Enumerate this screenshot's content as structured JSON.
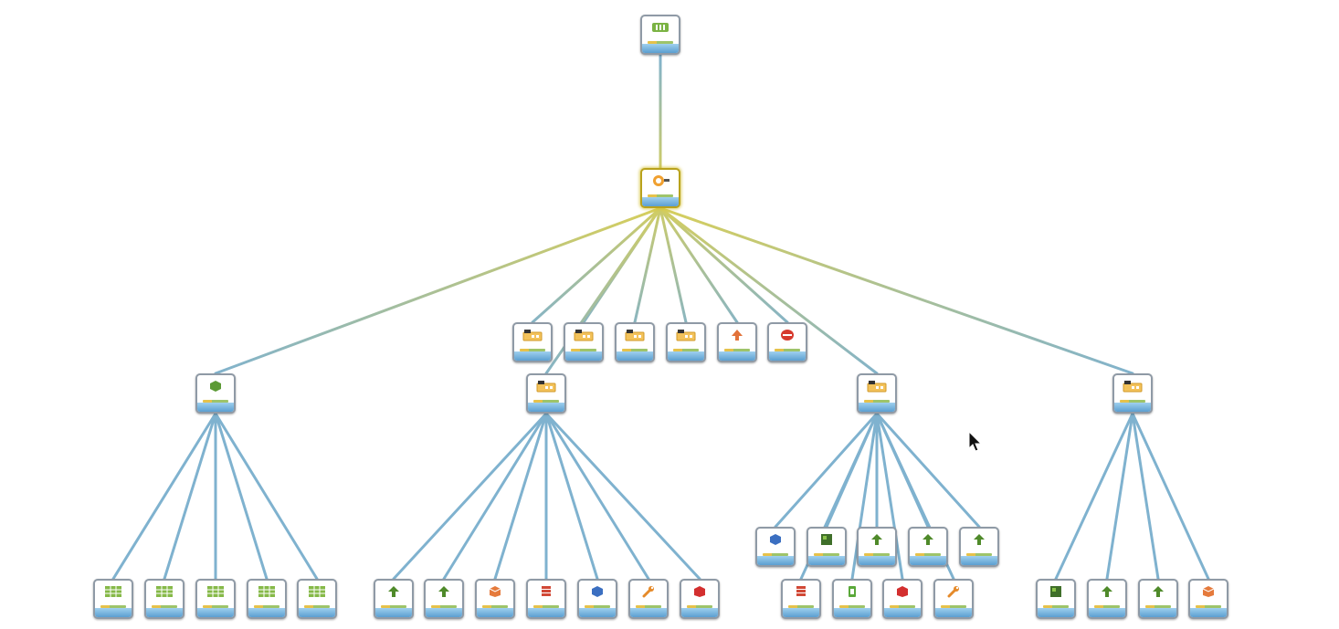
{
  "diagram": {
    "type": "hierarchy-tree",
    "colors": {
      "edge_primary": "#d8cf5a",
      "edge_secondary": "#7fb2cf",
      "node_border": "#8f9aa6",
      "node_highlight": "#b9a21c",
      "node_footer": "#5b9fd0"
    },
    "nodes": [
      {
        "id": "n0",
        "icon": "green-server-icon",
        "highlight": false
      },
      {
        "id": "n1",
        "icon": "orange-gauge-icon",
        "highlight": true
      },
      {
        "id": "n2",
        "icon": "ip-block-icon",
        "highlight": false
      },
      {
        "id": "n3",
        "icon": "ip-block-icon",
        "highlight": false
      },
      {
        "id": "n4",
        "icon": "ip-block-icon",
        "highlight": false
      },
      {
        "id": "n5",
        "icon": "ip-block-icon",
        "highlight": false
      },
      {
        "id": "n6",
        "icon": "orange-arrow-icon",
        "highlight": false
      },
      {
        "id": "n7",
        "icon": "red-router-icon",
        "highlight": false
      },
      {
        "id": "n8",
        "icon": "green-shield-icon",
        "highlight": false
      },
      {
        "id": "n9",
        "icon": "ip-block-icon",
        "highlight": false
      },
      {
        "id": "n10",
        "icon": "ip-block-icon",
        "highlight": false
      },
      {
        "id": "n11",
        "icon": "ip-block-icon",
        "highlight": false
      },
      {
        "id": "n12",
        "icon": "green-grid-icon",
        "highlight": false
      },
      {
        "id": "n13",
        "icon": "green-grid-icon",
        "highlight": false
      },
      {
        "id": "n14",
        "icon": "green-grid-icon",
        "highlight": false
      },
      {
        "id": "n15",
        "icon": "green-grid-icon",
        "highlight": false
      },
      {
        "id": "n16",
        "icon": "green-grid-icon",
        "highlight": false
      },
      {
        "id": "n17",
        "icon": "green-up-arrow-icon",
        "highlight": false
      },
      {
        "id": "n18",
        "icon": "green-up-arrow-icon",
        "highlight": false
      },
      {
        "id": "n19",
        "icon": "orange-cube-icon",
        "highlight": false
      },
      {
        "id": "n20",
        "icon": "red-stack-icon",
        "highlight": false
      },
      {
        "id": "n21",
        "icon": "blue-hexagon-icon",
        "highlight": false
      },
      {
        "id": "n22",
        "icon": "orange-wrench-icon",
        "highlight": false
      },
      {
        "id": "n23",
        "icon": "red-cube-icon",
        "highlight": false
      },
      {
        "id": "n24",
        "icon": "blue-hexagon-icon",
        "highlight": false
      },
      {
        "id": "n25",
        "icon": "green-square-icon",
        "highlight": false
      },
      {
        "id": "n26",
        "icon": "green-up-arrow-icon",
        "highlight": false
      },
      {
        "id": "n27",
        "icon": "green-up-arrow-icon",
        "highlight": false
      },
      {
        "id": "n28",
        "icon": "green-up-arrow-icon",
        "highlight": false
      },
      {
        "id": "n29",
        "icon": "red-stack-icon",
        "highlight": false
      },
      {
        "id": "n30",
        "icon": "green-bracket-icon",
        "highlight": false
      },
      {
        "id": "n31",
        "icon": "red-cube-icon",
        "highlight": false
      },
      {
        "id": "n32",
        "icon": "orange-wrench-icon",
        "highlight": false
      },
      {
        "id": "n33",
        "icon": "green-square-icon",
        "highlight": false
      },
      {
        "id": "n34",
        "icon": "green-up-arrow-icon",
        "highlight": false
      },
      {
        "id": "n35",
        "icon": "green-up-arrow-icon",
        "highlight": false
      },
      {
        "id": "n36",
        "icon": "orange-cube-icon",
        "highlight": false
      }
    ],
    "edges": [
      [
        "n0",
        "n1"
      ],
      [
        "n1",
        "n2"
      ],
      [
        "n1",
        "n3"
      ],
      [
        "n1",
        "n4"
      ],
      [
        "n1",
        "n5"
      ],
      [
        "n1",
        "n6"
      ],
      [
        "n1",
        "n7"
      ],
      [
        "n1",
        "n8"
      ],
      [
        "n1",
        "n9"
      ],
      [
        "n1",
        "n10"
      ],
      [
        "n1",
        "n11"
      ],
      [
        "n8",
        "n12"
      ],
      [
        "n8",
        "n13"
      ],
      [
        "n8",
        "n14"
      ],
      [
        "n8",
        "n15"
      ],
      [
        "n8",
        "n16"
      ],
      [
        "n9",
        "n17"
      ],
      [
        "n9",
        "n18"
      ],
      [
        "n9",
        "n19"
      ],
      [
        "n9",
        "n20"
      ],
      [
        "n9",
        "n21"
      ],
      [
        "n9",
        "n22"
      ],
      [
        "n9",
        "n23"
      ],
      [
        "n10",
        "n24"
      ],
      [
        "n10",
        "n25"
      ],
      [
        "n10",
        "n26"
      ],
      [
        "n10",
        "n27"
      ],
      [
        "n10",
        "n28"
      ],
      [
        "n10",
        "n29"
      ],
      [
        "n10",
        "n30"
      ],
      [
        "n10",
        "n31"
      ],
      [
        "n10",
        "n32"
      ],
      [
        "n11",
        "n33"
      ],
      [
        "n11",
        "n34"
      ],
      [
        "n11",
        "n35"
      ],
      [
        "n11",
        "n36"
      ]
    ]
  }
}
